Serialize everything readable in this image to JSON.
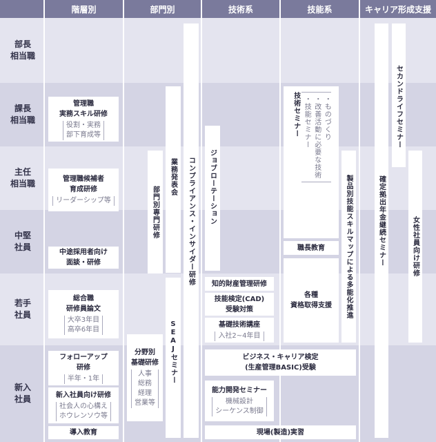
{
  "columns": [
    "階層別",
    "部門別",
    "技術系",
    "技能系",
    "キャリア形成支援"
  ],
  "rows": [
    {
      "label": "部長\n相当職"
    },
    {
      "label": "課長\n相当職"
    },
    {
      "label": "主任\n相当職"
    },
    {
      "label": "中堅\n社員"
    },
    {
      "label": "若手\n社員"
    },
    {
      "label": "新入\n社員"
    }
  ],
  "kaisou": {
    "kacho": {
      "title": "管理職\n実務スキル研修",
      "sub": "役割・実務\n部下育成等"
    },
    "kouho": {
      "title": "管理職候補者\n育成研修",
      "sub": "リーダーシップ等"
    },
    "chuto": {
      "title": "中途採用者向け\n面談・研修"
    },
    "sogo": {
      "title": "総合職\n研修員論文",
      "sub": "大卒3年目\n高卒6年目"
    },
    "follow": {
      "title": "フォローアップ\n研修",
      "sub": "半年・1年"
    },
    "shinnyu": {
      "title": "新入社員向け研修",
      "sub": "社会人の心構え\nホウレンソウ等"
    },
    "donyu": {
      "title": "導入教育"
    }
  },
  "bumon": {
    "senmon": "部門別専門研修",
    "happyo": "業務発表会",
    "compliance": "コンプライアンス・インサイダー研修",
    "seaj": "SEAJセミナー",
    "kiso": {
      "title": "分野別\n基礎研修",
      "sub": "人事\n総務\n経理\n営業等"
    }
  },
  "gijutsu": {
    "job": "ジョブローテーション",
    "chizai": "知的財産管理研修",
    "kentei": "技能検定(CAD)\n受験対策",
    "kiso_gijutsu": {
      "title": "基礎技術講座",
      "sub": "入社2~4年目"
    },
    "business": "ビジネス・キャリア検定\n(生産管理BASIC)受験",
    "noryoku": {
      "title": "能力開発セミナー",
      "sub": "機械設計\nシーケンス制御"
    },
    "genba": "現場(製造)実習"
  },
  "ginou": {
    "seminar_title": "技術セミナー",
    "seminar_sub": "・ものづくり\n・改善活動に必要な技術\n・技能セミナー",
    "shokucho": "職長教育",
    "shikaku": "各種\n資格取得支援",
    "tanoka": "製品別技能スキルマップによる多能化推進"
  },
  "career": {
    "second": "セカンドライフセミナー",
    "nenkin": "確定拠出年金継続セミナー",
    "josei": "女性社員向け研修"
  }
}
